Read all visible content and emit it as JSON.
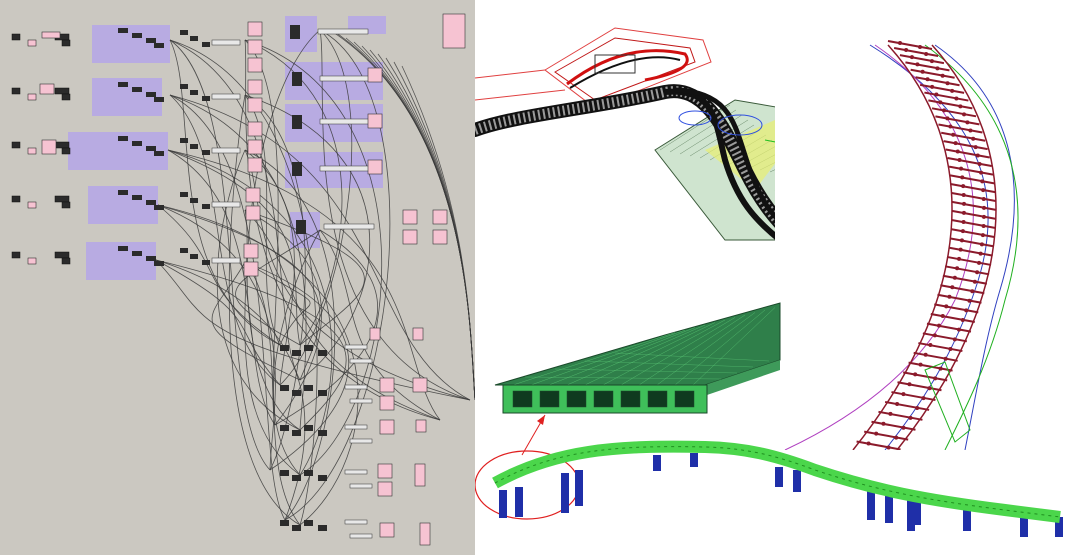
{
  "figure": {
    "panels": [
      {
        "id": "gh-canvas",
        "kind": "visual-programming node canvas"
      },
      {
        "id": "plan-view",
        "kind": "3d perspective of alignment and site"
      },
      {
        "id": "track-view",
        "kind": "curved track plan"
      },
      {
        "id": "bridge-view",
        "kind": "3d bridge model with box girder section detail"
      }
    ],
    "colors": {
      "canvas_bg": "#cbc8c1",
      "group_fill": "#b5a6e8",
      "panel_fill": "#f6c3d2",
      "wire": "#3a3a3a",
      "node": "#2b2b2b",
      "girder": "#2f7f4a",
      "deck": "#4bd64b",
      "pier": "#1f2fa8",
      "callout": "#e02020",
      "track": "#8b1a2b"
    }
  }
}
